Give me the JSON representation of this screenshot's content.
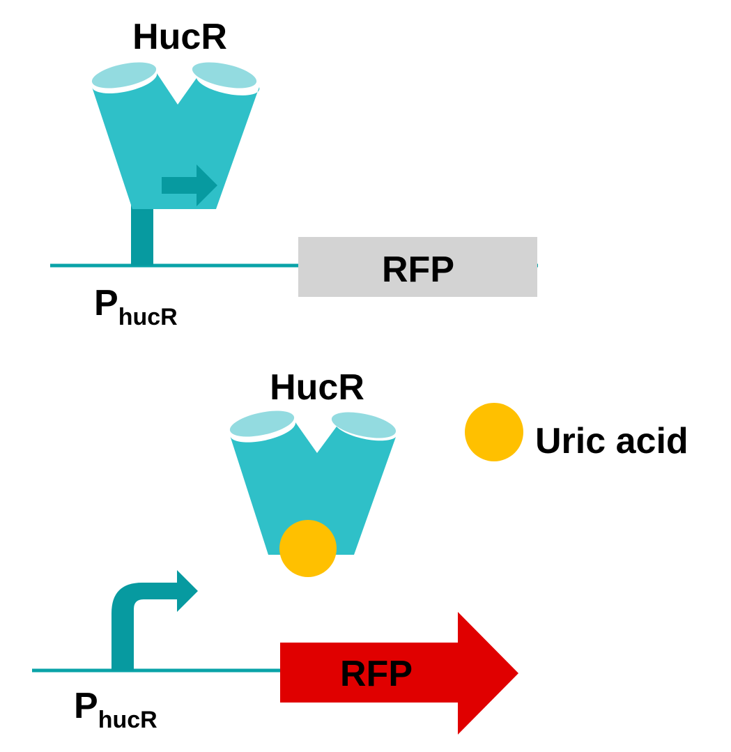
{
  "colors": {
    "protein": "#2fc0c8",
    "protein_top": "#93dbe0",
    "promoter_arrow": "#079aa0",
    "dna_line": "#0aa3a8",
    "rfp_off": "#d3d3d3",
    "rfp_on": "#e00000",
    "uric_acid": "#ffc000"
  },
  "top_panel": {
    "protein_label": "HucR",
    "promoter_label_main": "P",
    "promoter_label_sub": "hucR",
    "gene_label": "RFP",
    "state": "repressed"
  },
  "bottom_panel": {
    "protein_label": "HucR",
    "legend_label": "Uric acid",
    "promoter_label_main": "P",
    "promoter_label_sub": "hucR",
    "gene_label": "RFP",
    "state": "induced"
  },
  "icons": {
    "protein": "hucr-dimer-icon",
    "promoter": "promoter-arrow-icon",
    "ligand": "uric-acid-icon"
  }
}
